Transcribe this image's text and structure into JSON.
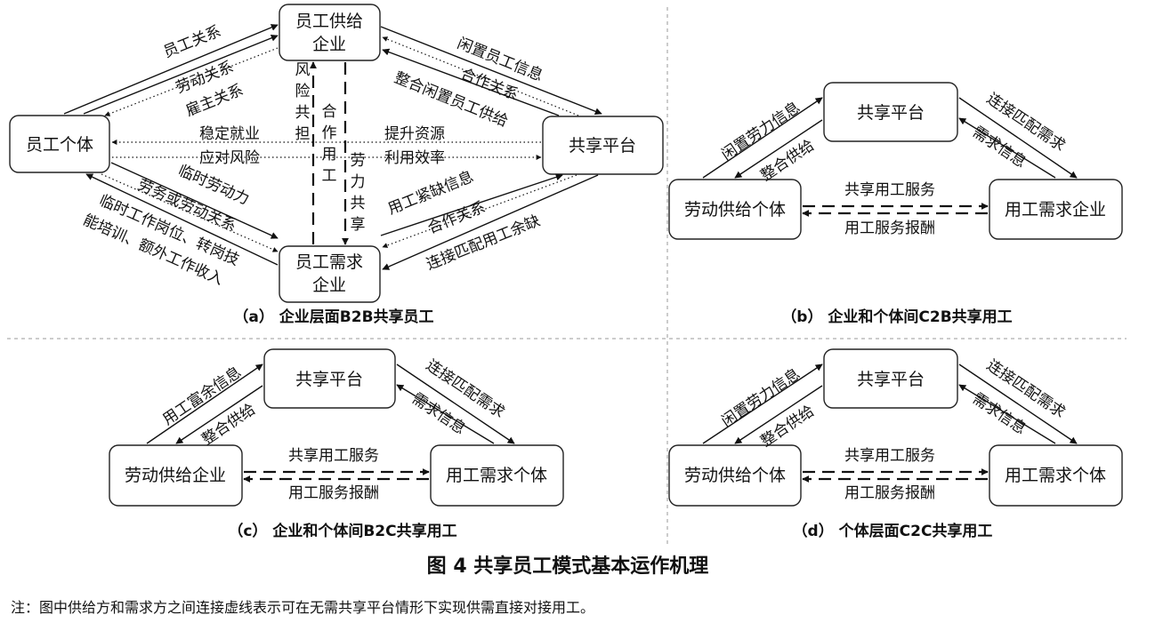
{
  "title": "图 4 共享员工模式基本运作机理",
  "note": "注：图中供给方和需求方之间连接虚线表示可在无需共享平台情形下实现供需直接对接用工。",
  "panel_a": {
    "caption": "（a） 企业层面B2B共享员工",
    "nodes": {
      "supply": [
        "员工供给",
        "企业"
      ],
      "individual": "员工个体",
      "platform": "共享平台",
      "demand": [
        "员工需求",
        "企业"
      ]
    },
    "edges": {
      "ind_sup_1": "员工关系",
      "ind_sup_2": "劳动关系",
      "ind_sup_3": "雇主关系",
      "sup_plat_1": "闲置员工信息",
      "sup_plat_2": "合作关系",
      "sup_plat_3": "整合闲置员工供给",
      "mid_left": [
        "稳定就业",
        "应对风险"
      ],
      "mid_right": [
        "提升资源",
        "利用效率"
      ],
      "vert_1": [
        "风",
        "险",
        "共",
        "担"
      ],
      "vert_2": [
        "合",
        "作",
        "用",
        "工"
      ],
      "vert_3": [
        "劳",
        "力",
        "共",
        "享"
      ],
      "ind_dem_1": "临时劳动力",
      "ind_dem_2": "劳务或劳动关系",
      "ind_dem_3": [
        "临时工作岗位、转岗技",
        "能培训、额外工作收入"
      ],
      "dem_plat_1": "用工紧缺信息",
      "dem_plat_2": "合作关系",
      "dem_plat_3": "连接匹配用工余缺"
    }
  },
  "panel_b": {
    "caption": "（b） 企业和个体间C2B共享用工",
    "nodes": {
      "platform": "共享平台",
      "left": "劳动供给个体",
      "right": "用工需求企业"
    },
    "edges": {
      "left_up": "闲置劳力信息",
      "left_down": "整合供给",
      "right_down": "连接匹配需求",
      "right_up": "需求信息",
      "bottom_top": "共享用工服务",
      "bottom_bottom": "用工服务报酬"
    }
  },
  "panel_c": {
    "caption": "（c） 企业和个体间B2C共享用工",
    "nodes": {
      "platform": "共享平台",
      "left": "劳动供给企业",
      "right": "用工需求个体"
    },
    "edges": {
      "left_up": "用工富余信息",
      "left_down": "整合供给",
      "right_down": "连接匹配需求",
      "right_up": "需求信息",
      "bottom_top": "共享用工服务",
      "bottom_bottom": "用工服务报酬"
    }
  },
  "panel_d": {
    "caption": "（d） 个体层面C2C共享用工",
    "nodes": {
      "platform": "共享平台",
      "left": "劳动供给个体",
      "right": "用工需求个体"
    },
    "edges": {
      "left_up": "闲置劳力信息",
      "left_down": "整合供给",
      "right_down": "连接匹配需求",
      "right_up": "需求信息",
      "bottom_top": "共享用工服务",
      "bottom_bottom": "用工服务报酬"
    }
  }
}
